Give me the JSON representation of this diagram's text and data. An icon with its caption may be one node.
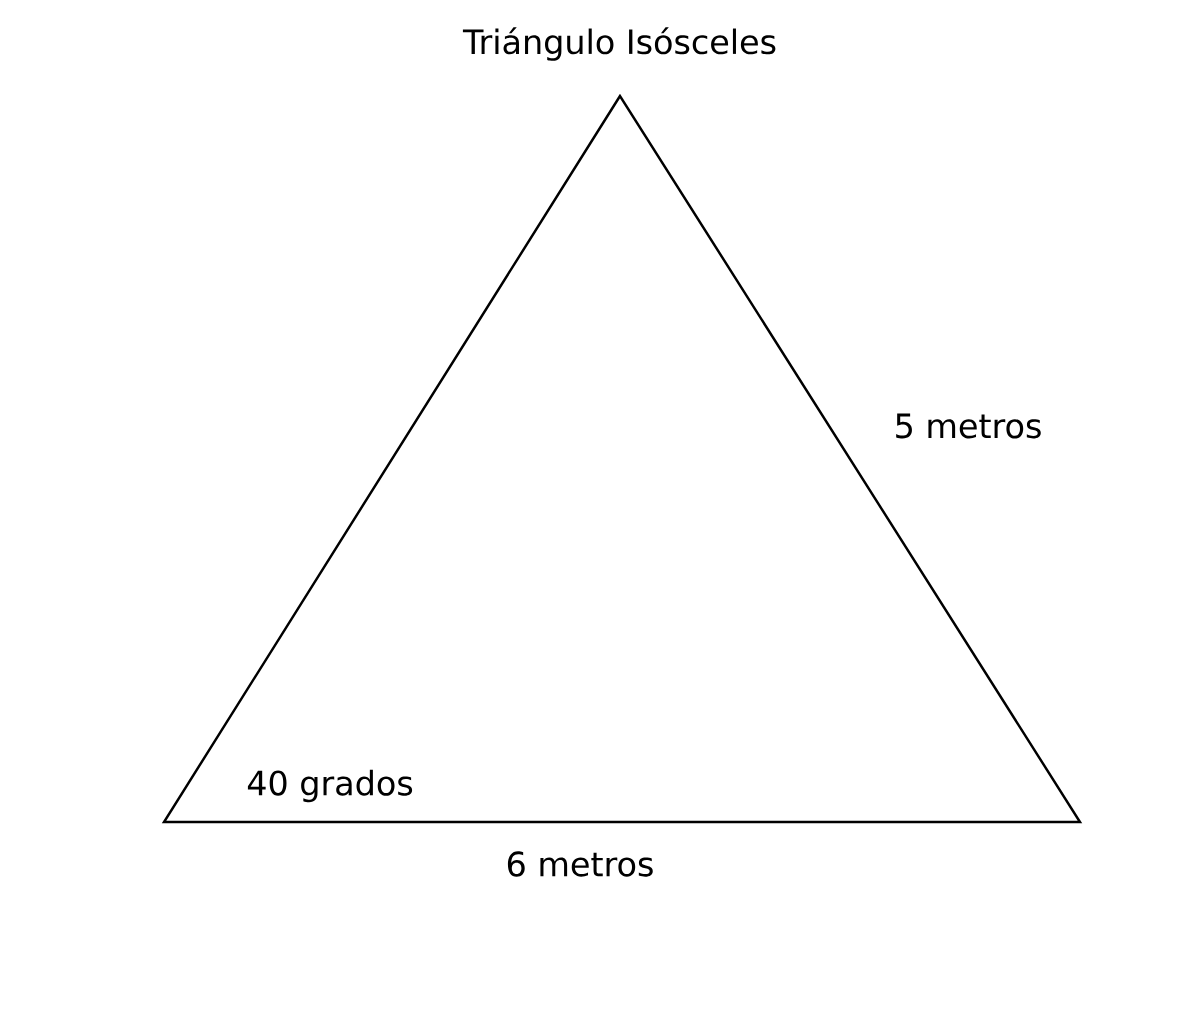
{
  "diagram": {
    "title": "Triángulo Isósceles",
    "labels": [
      "5 metros",
      "40 grados",
      "6 metros"
    ]
  }
}
